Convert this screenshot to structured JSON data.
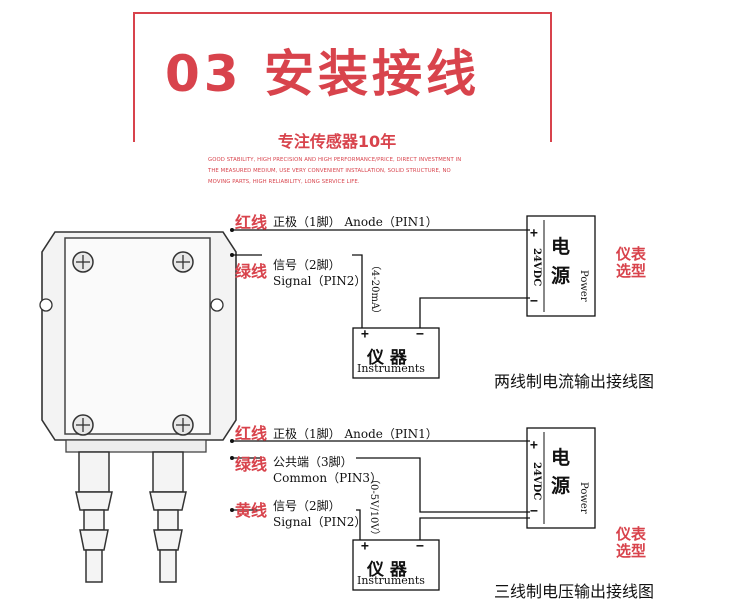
{
  "header": {
    "title": "03 安装接线",
    "subtitle": "专注传感器10年",
    "tagline": [
      "GOOD STABILITY, HIGH PRECISION AND HIGH PERFORMANCE/PRICE, DIRECT INVESTMENT IN",
      "THE MEASURED MEDIUM, USE VERY CONVENIENT INSTALLATION, SOLID STRUCTURE, NO",
      "MOVING PARTS, HIGH RELIABILITY, LONG SERVICE LIFE."
    ]
  },
  "two_wire": {
    "red_label": "红线",
    "red_desc": "正极（1脚） Anode（PIN1）",
    "green_label": "绿线",
    "green_desc_cn": "信号（2脚）",
    "green_desc_en": "Signal（PIN2）",
    "range": "（4-20mA）",
    "instrument_cn": "仪 器",
    "instrument_en": "Instruments",
    "plus": "+",
    "minus": "−",
    "power_cn_1": "电",
    "power_cn_2": "源",
    "power_en": "Power",
    "voltage": "24VDC",
    "select_1": "仪表",
    "select_2": "选型",
    "caption": "两线制电流输出接线图"
  },
  "three_wire": {
    "red_label": "红线",
    "red_desc": "正极（1脚） Anode（PIN1）",
    "green_label": "绿线",
    "green_desc_cn": "公共端（3脚）",
    "green_desc_en": "Common（PIN3）",
    "yellow_label": "黄线",
    "yellow_desc_cn": "信号（2脚）",
    "yellow_desc_en": "Signal（PIN2）",
    "range": "（0-5V/10V）",
    "instrument_cn": "仪 器",
    "instrument_en": "Instruments",
    "plus": "+",
    "minus": "−",
    "power_cn_1": "电",
    "power_cn_2": "源",
    "power_en": "Power",
    "voltage": "24VDC",
    "select_1": "仪表",
    "select_2": "选型",
    "caption": "三线制电压输出接线图"
  },
  "colors": {
    "accent": "#d8434c",
    "line": "#111111",
    "sensor": "#f2f2f2"
  }
}
